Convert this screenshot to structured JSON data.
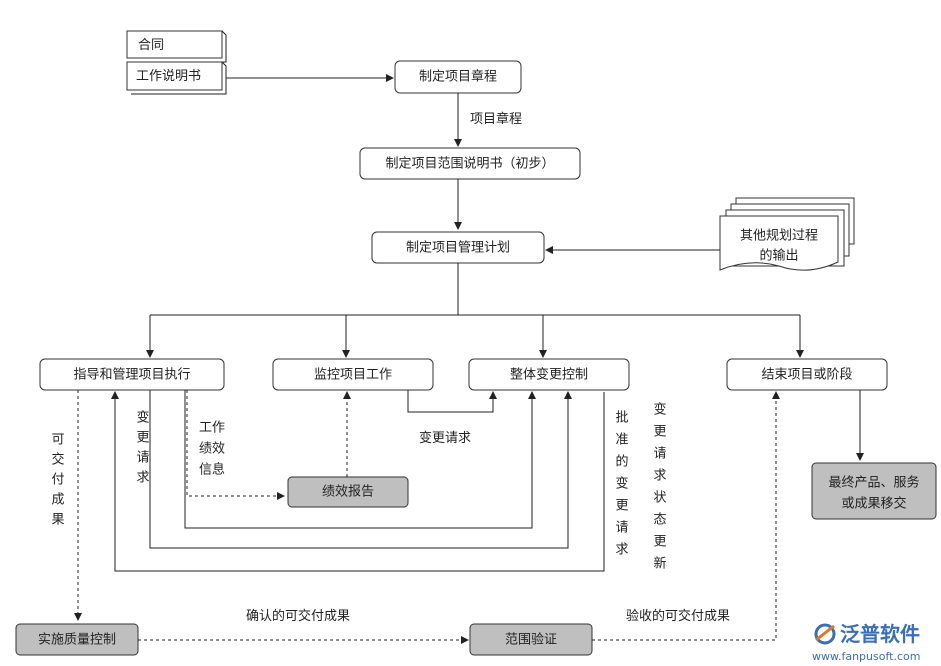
{
  "nodes": {
    "contract": "合同",
    "sow": "工作说明书",
    "charter": "制定项目章程",
    "charter_label": "项目章程",
    "scope": "制定项目范围说明书（初步）",
    "plan": "制定项目管理计划",
    "other_outputs_l1": "其他规划过程",
    "other_outputs_l2": "的输出",
    "direct": "指导和管理项目执行",
    "monitor": "监控项目工作",
    "change_control": "整体变更控制",
    "close": "结束项目或阶段",
    "perf_report": "绩效报告",
    "final_l1": "最终产品、服务",
    "final_l2": "或成果移交",
    "qc": "实施质量控制",
    "verify": "范围验证"
  },
  "labels": {
    "change_request_h": "变更请求",
    "deliverables_v": [
      "可",
      "交",
      "付",
      "成",
      "果"
    ],
    "change_request_v": [
      "变",
      "更",
      "请",
      "求"
    ],
    "work_perf_v": [
      "工作",
      "绩效",
      "信息"
    ],
    "approved_change_v": [
      "批",
      "准",
      "的",
      "变",
      "更",
      "请",
      "求"
    ],
    "status_update_v": [
      "变",
      "更",
      "请",
      "求",
      "状",
      "态",
      "更",
      "新"
    ],
    "validated": "确认的可交付成果",
    "accepted": "验收的可交付成果"
  },
  "logo": {
    "name": "泛普软件",
    "url": "www.fanpusoft.com",
    "accent": "#3a6fb5"
  }
}
